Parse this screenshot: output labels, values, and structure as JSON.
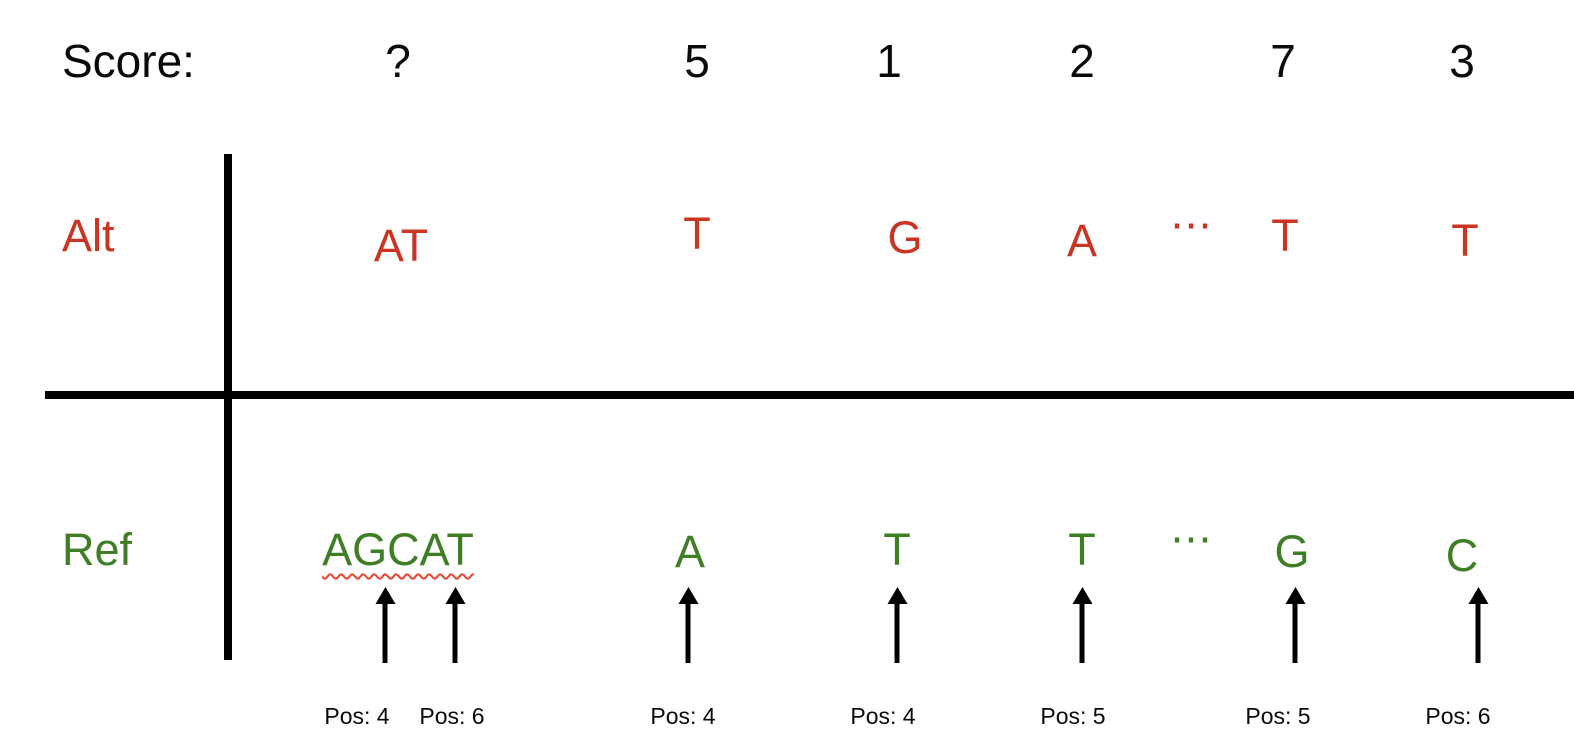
{
  "diagram": {
    "score_label": "Score:",
    "alt_label": "Alt",
    "ref_label": "Ref",
    "ellipsis": "⋯",
    "columns": [
      {
        "score": "?",
        "alt": "AT",
        "ref": "AGCAT",
        "pos": [
          "Pos: 4",
          "Pos: 6"
        ]
      },
      {
        "score": "5",
        "alt": "T",
        "ref": "A",
        "pos": [
          "Pos: 4"
        ]
      },
      {
        "score": "1",
        "alt": "G",
        "ref": "T",
        "pos": [
          "Pos: 4"
        ]
      },
      {
        "score": "2",
        "alt": "A",
        "ref": "T",
        "pos": [
          "Pos: 5"
        ]
      },
      {
        "score": "7",
        "alt": "T",
        "ref": "G",
        "pos": [
          "Pos: 5"
        ]
      },
      {
        "score": "3",
        "alt": "T",
        "ref": "C",
        "pos": [
          "Pos: 6"
        ]
      }
    ]
  },
  "colors": {
    "alt-color": "#cb3423",
    "ref-color": "#3e7e24",
    "line-color": "#000000",
    "text-color": "#0a0a0a",
    "squiggle-color": "#e8442e"
  }
}
